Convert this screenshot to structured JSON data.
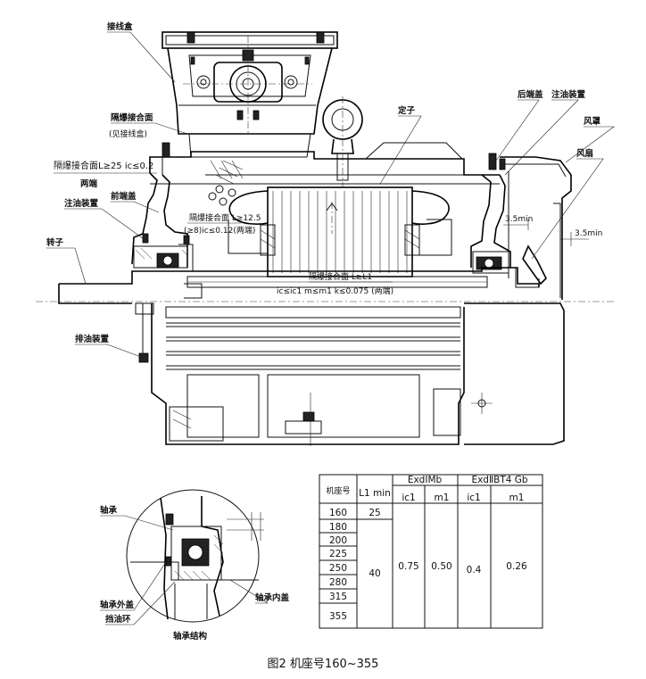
{
  "labels": {
    "junction_box": "接线盒",
    "flameproof_joint_box": "隔爆接合面",
    "flameproof_joint_box_note": "(见接线盒)",
    "stator": "定子",
    "rear_end_cover": "后端盖",
    "oil_injector_rear": "注油装置",
    "fan_cover": "风罩",
    "fan": "风扇",
    "flameproof_L25": "隔爆接合面L≥25  ic≤0.2",
    "both_ends": "两端",
    "oil_injector_front": "注油装置",
    "front_end_cover": "前端盖",
    "shaft": "转子",
    "flameproof_L125": "隔爆接合面 L≥12.5",
    "ic_012": "(≥8)ic≤0.12(两端)",
    "flameproof_L1": "隔爆接合面 L≥L1",
    "ic_m_k": "ic≤ic1 m≤m1 k≤0.075 (两端)",
    "oil_drain": "排油装置",
    "gap_35_a": "3.5min",
    "gap_35_b": "3.5min",
    "bearing": "轴承",
    "bearing_outer_cover": "轴承外盖",
    "oil_ring": "挡油环",
    "bearing_inner_cover": "轴承内盖",
    "bearing_structure": "轴承结构",
    "caption": "图2    机座号160~355"
  },
  "table": {
    "head_frame": "机座号",
    "head_l1": "L1 min",
    "head_group1": "ExdIMb",
    "head_group2": "ExdⅡBT4 Gb",
    "head_ic1_a": "ic1",
    "head_m1_a": "m1",
    "head_ic1_b": "ic1",
    "head_m1_b": "m1",
    "frames": [
      "160",
      "180",
      "200",
      "225",
      "250",
      "280",
      "315",
      "355"
    ],
    "l1_first": "25",
    "l1_rest": "40",
    "ic1_mb": "0.75",
    "m1_mb": "0.50",
    "ic1_gb": "0.4",
    "m1_gb": "0.26"
  }
}
